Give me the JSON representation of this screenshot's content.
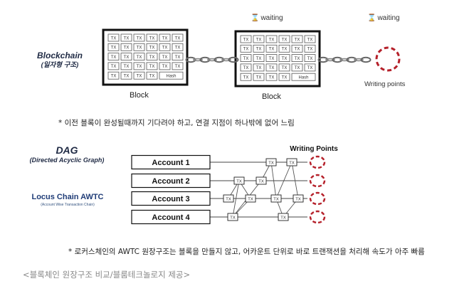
{
  "blockchain": {
    "title": "Blockchain",
    "subtitle": "(일자형 구조)",
    "block_caption": "Block",
    "tx_label": "TX",
    "hash_label": "Hash",
    "waiting_label": "waiting",
    "writing_point_label": "Writing points",
    "note": "* 이전 블록이 완성될때까지 기다려야 하고, 연결 지점이 하나밖에 없어 느림"
  },
  "dag": {
    "title": "DAG",
    "subtitle": "(Directed Acyclic Graph)",
    "brand": "Locus Chain AWTC",
    "brand_sub": "(Account Wise Transaction Chain)",
    "writing_points_title": "Writing Points",
    "tx_label": "TX",
    "accounts": [
      "Account 1",
      "Account 2",
      "Account 3",
      "Account 4"
    ],
    "note": "* 로커스체인의 AWTC 원장구조는 블록을 만들지 않고, 어카운트 단위로 바로 트랜잭션을 처리해 속도가 아주 빠름"
  },
  "source_caption": "<블록체인 원장구조 비교/블룸테크놀로지 제공>",
  "colors": {
    "accent_red": "#b5202a",
    "box_border": "#111111",
    "source_gray": "#888888"
  },
  "icons": [
    "hourglass-icon",
    "chain-link-icon",
    "dashed-circle-icon"
  ]
}
